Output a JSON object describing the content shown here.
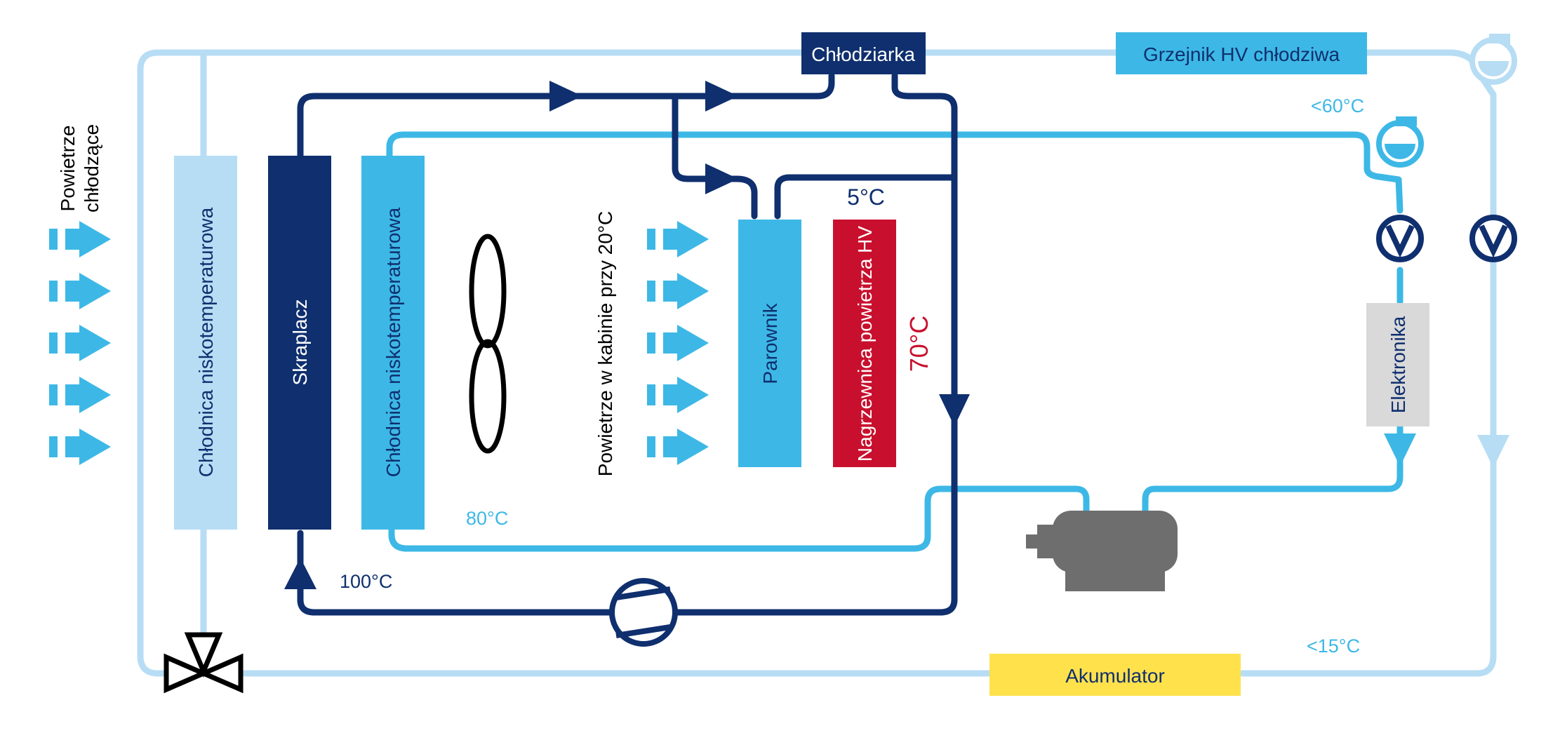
{
  "colors": {
    "navy": "#0f2f6e",
    "cyan": "#3db8e6",
    "light_blue": "#b7ddf4",
    "red": "#c8102e",
    "gray": "#d9d9d9",
    "motor_gray": "#6e6e6e",
    "yellow": "#ffe14c",
    "black": "#000000"
  },
  "labels": {
    "chlodziarka": "Chłodziarka",
    "grzejnik": "Grzejnik HV chłodziwa",
    "akumulator": "Akumulator",
    "elektronika": "Elektronika",
    "chlodnica_left": "Chłodnica niskotemperaturowa",
    "skraplacz": "Skraplacz",
    "chlodnica_mid": "Chłodnica niskotemperaturowa",
    "parownik": "Parownik",
    "nagrzewnica": "Nagrzewnica powietrza HV",
    "powietrze_chlodzace_line1": "Powietrze",
    "powietrze_chlodzace_line2": "chłodzące",
    "powietrze_kabina": "Powietrze w kabinie przy 20°C"
  },
  "temperatures": {
    "t5": "5°C",
    "t70": "70°C",
    "t80": "80°C",
    "t100": "100°C",
    "t60": "<60°C",
    "t15": "<15°C"
  },
  "icons": {
    "fan": "fan-icon",
    "compressor": "compressor-icon",
    "pump": "pump-icon",
    "valve": "check-valve-icon",
    "three_way_valve": "three-way-valve-icon",
    "motor": "electric-motor-icon",
    "airflow": "airflow-arrow-icon"
  }
}
